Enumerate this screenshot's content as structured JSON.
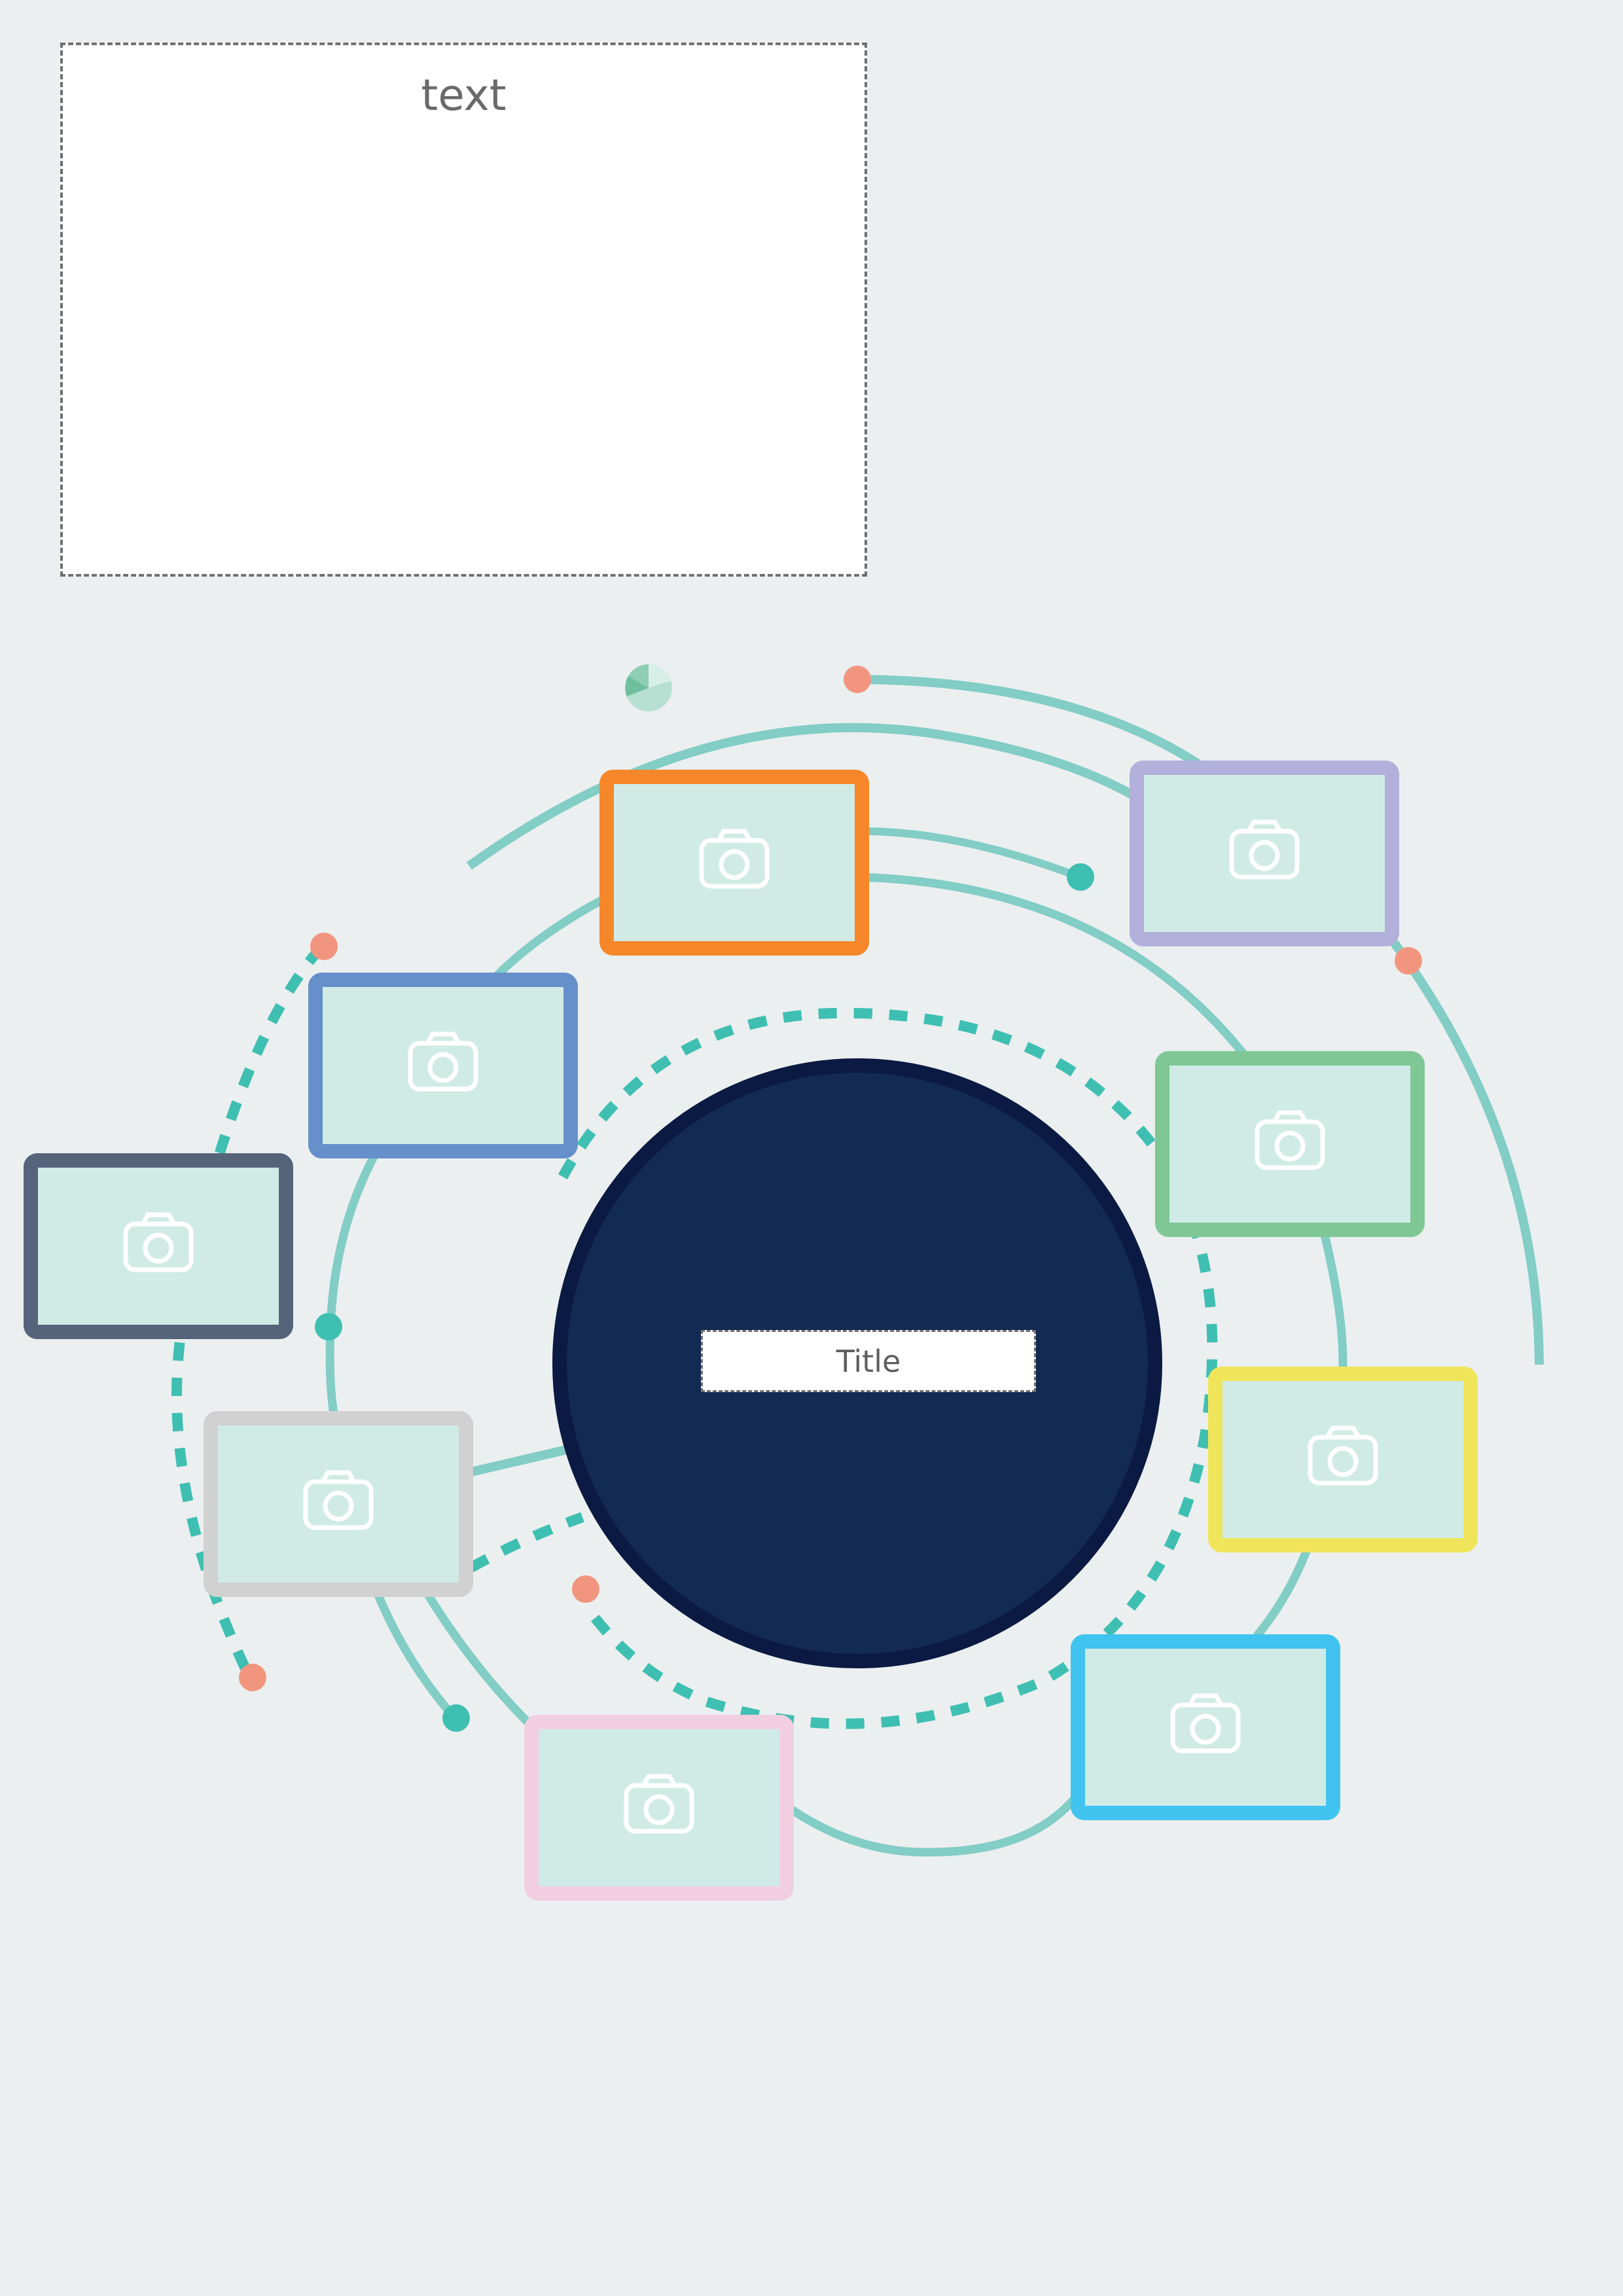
{
  "text_box": {
    "label": "text"
  },
  "center": {
    "title": "Title"
  },
  "colors": {
    "background": "#ebeff0",
    "arc": "#82cdc5",
    "dashed": "#3fbfb1",
    "teal_dot": "#3fbfb1",
    "coral_dot": "#f2957f",
    "center_fill": "#132a52",
    "center_ring": "#0b1a42",
    "photo_fill": "#d0ebe6",
    "camera": "#ffffff"
  },
  "photos": [
    {
      "name": "photo-frame-orange",
      "border": "#f5872a",
      "icon": "camera-icon"
    },
    {
      "name": "photo-frame-purple",
      "border": "#b3b0db",
      "icon": "camera-icon"
    },
    {
      "name": "photo-frame-blue",
      "border": "#6690ca",
      "icon": "camera-icon"
    },
    {
      "name": "photo-frame-green",
      "border": "#7fc795",
      "icon": "camera-icon"
    },
    {
      "name": "photo-frame-slate",
      "border": "#55647a",
      "icon": "camera-icon"
    },
    {
      "name": "photo-frame-yellow",
      "border": "#f0e55a",
      "icon": "camera-icon"
    },
    {
      "name": "photo-frame-gray",
      "border": "#d1d1d1",
      "icon": "camera-icon"
    },
    {
      "name": "photo-frame-cyan",
      "border": "#41c3ef",
      "icon": "camera-icon"
    },
    {
      "name": "photo-frame-pink",
      "border": "#f1cfe1",
      "icon": "camera-icon"
    }
  ]
}
